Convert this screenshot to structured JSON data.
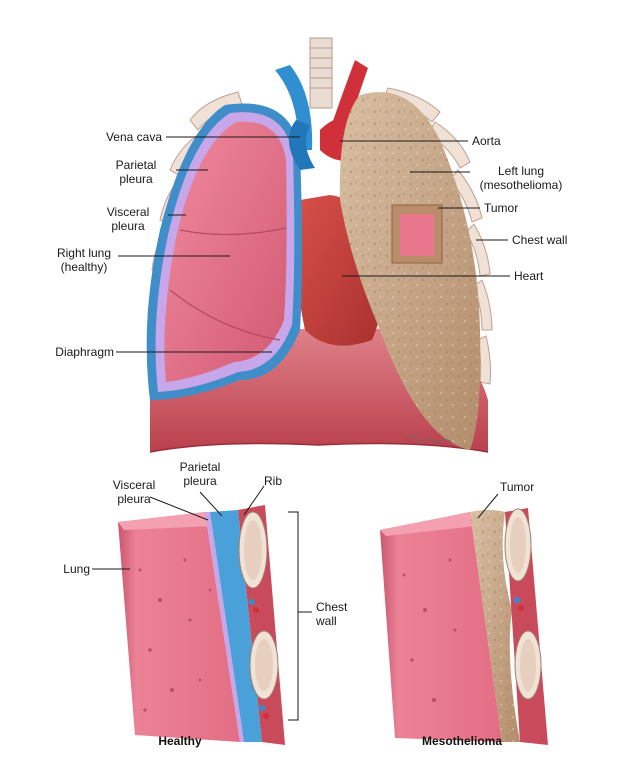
{
  "main": {
    "labels": {
      "vena_cava": "Vena cava",
      "parietal_pleura_1": "Parietal",
      "parietal_pleura_2": "pleura",
      "visceral_pleura_1": "Visceral",
      "visceral_pleura_2": "pleura",
      "right_lung_1": "Right lung",
      "right_lung_2": "(healthy)",
      "diaphragm": "Diaphragm",
      "aorta": "Aorta",
      "left_lung_1": "Left lung",
      "left_lung_2": "(mesothelioma)",
      "tumor": "Tumor",
      "chest_wall": "Chest wall",
      "heart": "Heart"
    }
  },
  "healthy": {
    "caption": "Healthy",
    "labels": {
      "visceral_pleura_1": "Visceral",
      "visceral_pleura_2": "pleura",
      "parietal_pleura_1": "Parietal",
      "parietal_pleura_2": "pleura",
      "rib": "Rib",
      "lung": "Lung",
      "chest_wall_1": "Chest",
      "chest_wall_2": "wall"
    }
  },
  "meso": {
    "caption": "Mesothelioma",
    "labels": {
      "tumor": "Tumor"
    }
  },
  "colors": {
    "lung_pink": "#e0697f",
    "pleura_blue": "#4aa0d8",
    "pleura_lavender": "#c8a8e8",
    "tumor_tan": "#c9a98a",
    "diaphragm": "#c94a55",
    "vessel_blue": "#2f8fd0",
    "vessel_red": "#d0303a"
  }
}
